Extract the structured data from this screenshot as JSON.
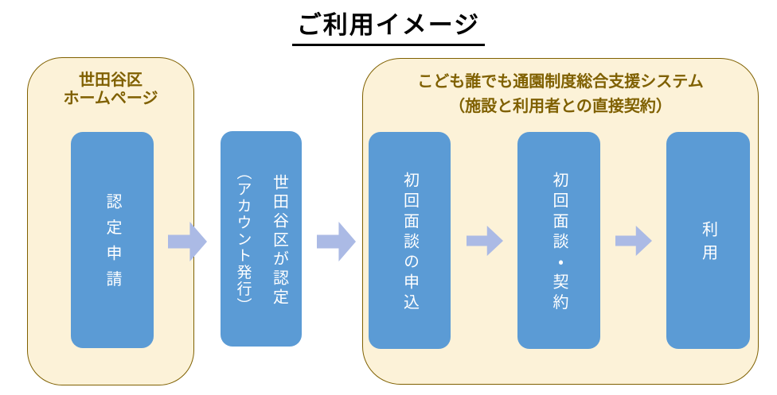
{
  "title": "ご利用イメージ",
  "colors": {
    "cream_bg": "#FCF2D8",
    "gold_border": "#7F6000",
    "gold_text": "#7F6000",
    "step_blue": "#5B9BD5",
    "step_text": "#FFFFFF",
    "arrow_blue": "#ABBAE5",
    "title_color": "#000000"
  },
  "left_group": {
    "header_line1": "世田谷区",
    "header_line2": "ホームページ",
    "steps": [
      {
        "label": "認定申請"
      }
    ]
  },
  "middle_step": {
    "label_main": "世田谷区が認定",
    "label_sub": "（アカウント発行）"
  },
  "right_group": {
    "header_line1": "こども誰でも通園制度総合支援システム",
    "header_line2": "（施設と利用者との直接契約）",
    "steps": [
      {
        "label": "初回面談の申込"
      },
      {
        "label": "初回面談・契約"
      },
      {
        "label": "利用"
      }
    ]
  },
  "icons": {
    "flow_arrow": "block-right-arrow"
  }
}
